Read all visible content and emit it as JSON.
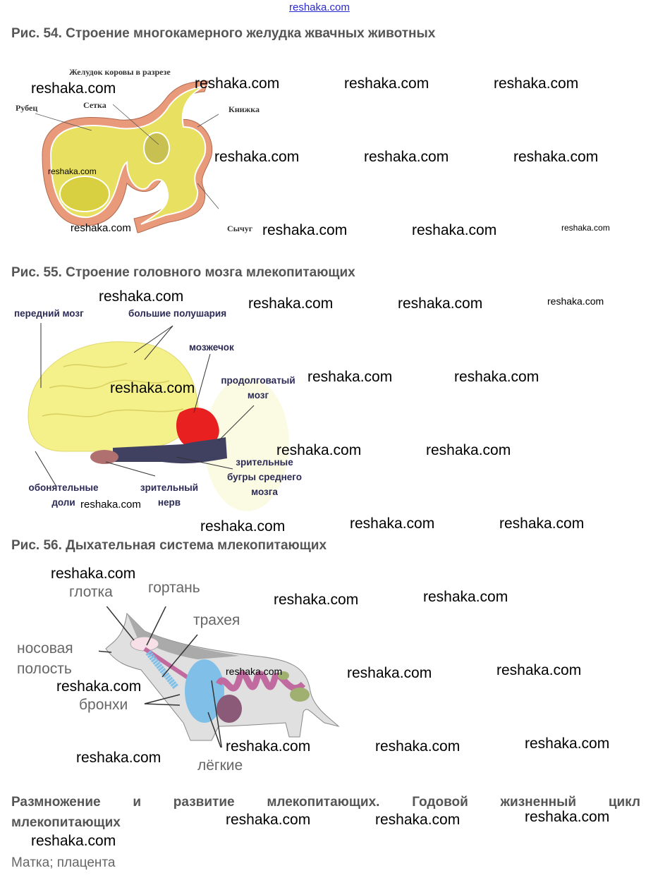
{
  "top_link": "reshaka.com",
  "fig54": {
    "title": "Рис. 54. Строение многокамерного желудка жвачных животных",
    "caption": "Желудок коровы в разрезе",
    "labels": [
      "Рубец",
      "Сетка",
      "Книжка",
      "Сычуг"
    ]
  },
  "fig55": {
    "title": "Рис. 55. Строение головного мозга млекопитающих",
    "labels": [
      "передний мозг",
      "большие полушария",
      "мозжечок",
      "продолговатый мозг",
      "обонятельные доли",
      "зрительный нерв",
      "зрительные бугры среднего мозга"
    ]
  },
  "fig56": {
    "title": "Рис. 56. Дыхательная система млекопитающих",
    "labels": [
      "глотка",
      "гортань",
      "трахея",
      "носовая",
      "полость",
      "бронхи",
      "лёгкие"
    ]
  },
  "section": {
    "heading": "Размножение и развитие млекопитающих. Годовой жизненный цикл",
    "heading_cont": "млекопитающих",
    "answer": "Матка; плацента"
  },
  "watermark": "reshaka.com"
}
